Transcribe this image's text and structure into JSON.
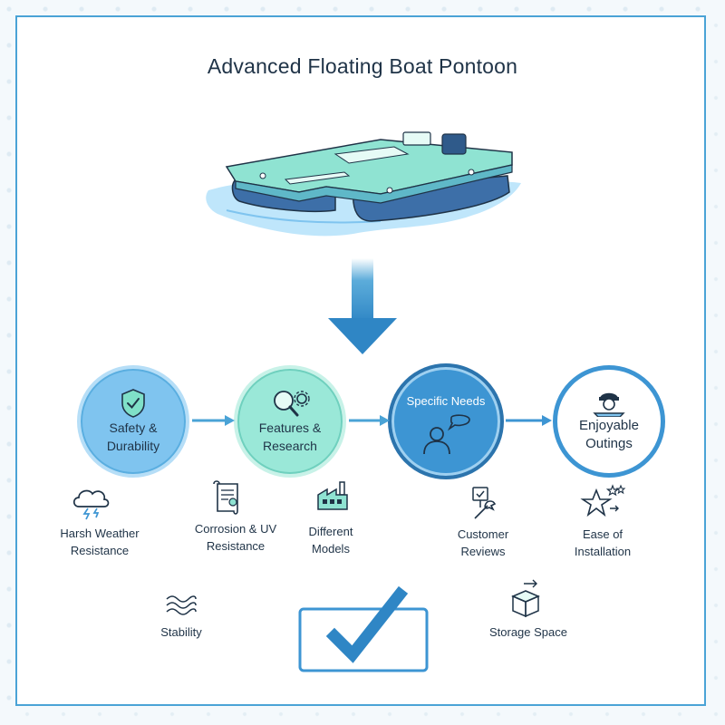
{
  "title": "Advanced Floating Boat Pontoon",
  "colors": {
    "accent": "#4aa3d6",
    "accent_dark": "#2f86c5",
    "teal": "#8fe3d2",
    "light_blue": "#7fc4ef",
    "text": "#1f3347"
  },
  "steps": [
    {
      "label": "Safety &\nDurability",
      "icon": "shield-check-icon"
    },
    {
      "label": "Features &\nResearch",
      "icon": "magnifier-gear-icon"
    },
    {
      "label": "Specific Needs",
      "icon": "person-speech-icon"
    },
    {
      "label": "Enjoyable\nOutings",
      "icon": "captain-icon"
    }
  ],
  "features": [
    {
      "label": "Harsh Weather\nResistance",
      "icon": "storm-cloud-icon"
    },
    {
      "label": "Corrosion & UV\nResistance",
      "icon": "scroll-icon"
    },
    {
      "label": "Different\nModels",
      "icon": "factory-icon"
    },
    {
      "label": "Customer\nReviews",
      "icon": "review-tools-icon"
    },
    {
      "label": "Ease of\nInstallation",
      "icon": "stars-icon"
    },
    {
      "label": "Stability",
      "icon": "waves-icon"
    },
    {
      "label": "Storage Space",
      "icon": "box-icon"
    }
  ],
  "result_icon": "checkmark-icon"
}
